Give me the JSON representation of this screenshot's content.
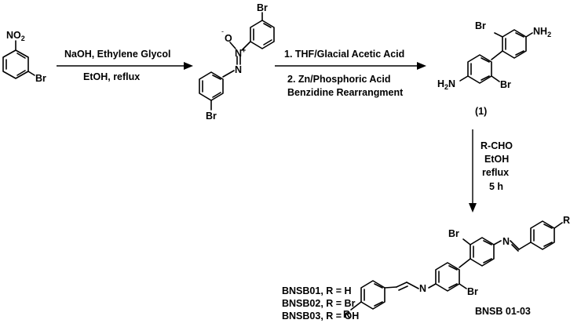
{
  "start_material": {
    "group": "NO",
    "group_sub": "2",
    "halogen": "Br"
  },
  "step1": {
    "line1": "NaOH, Ethylene Glycol",
    "line2": "EtOH, reflux"
  },
  "azoxy": {
    "o_minus": "-",
    "o_label": "O",
    "n_plus_label": "N",
    "n_plus_charge": "+",
    "n_label": "N",
    "br_top": "Br",
    "br_bottom": "Br"
  },
  "step2": {
    "line1": "1. THF/Glacial Acetic Acid",
    "line2": "2. Zn/Phosphoric Acid",
    "line3": "Benzidine Rearrangment"
  },
  "compound1": {
    "br_top": "Br",
    "br_bottom": "Br",
    "nh2_right": "NH",
    "nh2_right_sub": "2",
    "nh2_left_pre": "H",
    "nh2_left_sub": "2",
    "nh2_left_post": "N",
    "number": "(1)"
  },
  "step3": {
    "line1": "R-CHO",
    "line2": "EtOH",
    "line3": "reflux",
    "line4": "5 h"
  },
  "product": {
    "br_top": "Br",
    "br_bottom": "Br",
    "n_right": "N",
    "n_left": "N",
    "r_right": "R",
    "r_left": "R",
    "name": "BNSB 01-03"
  },
  "legend": [
    "BNSB01,  R = H",
    "BNSB02,  R = Br",
    "BNSB03,  R = OH"
  ]
}
